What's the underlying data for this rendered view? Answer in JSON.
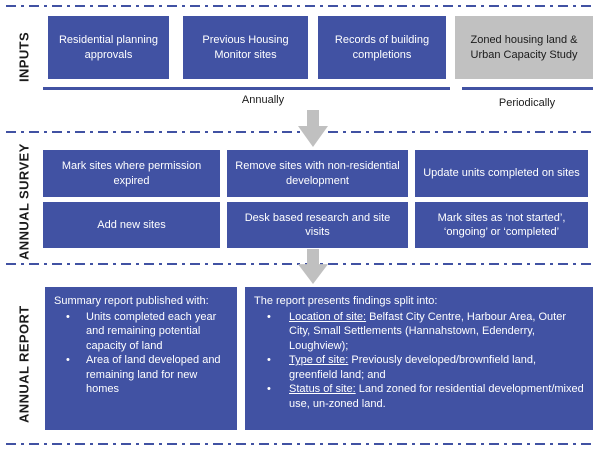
{
  "diagram": {
    "sections": {
      "inputs": {
        "label": "INPUTS",
        "boxes": [
          "Residential planning approvals",
          "Previous Housing Monitor sites",
          "Records of building completions",
          "Zoned housing land & Urban Capacity Study"
        ],
        "frequency_annually": "Annually",
        "frequency_periodically": "Periodically"
      },
      "annual_survey": {
        "label": "ANNUAL SURVEY",
        "boxes": [
          "Mark sites where permission expired",
          "Remove sites with non-residential development",
          "Update units completed on sites",
          "Add new sites",
          "Desk based research and site visits",
          "Mark sites as ‘not started’, ‘ongoing’ or ‘completed’"
        ]
      },
      "annual_report": {
        "label": "ANNUAL REPORT",
        "summary": {
          "heading": "Summary report published with:",
          "bullets": [
            "Units completed each year and remaining potential capacity of land",
            "Area of land developed and remaining land for new homes"
          ]
        },
        "findings": {
          "heading": "The report presents findings split into:",
          "bullets": [
            {
              "label": "Location of site:",
              "text": " Belfast City Centre, Harbour Area, Outer City, Small Settlements (Hannahstown, Edenderry, Loughview);"
            },
            {
              "label": "Type of site:",
              "text": " Previously developed/brownfield land, greenfield land; and"
            },
            {
              "label": "Status of site:",
              "text": " Land zoned for residential development/mixed use, un-zoned land."
            }
          ]
        }
      }
    },
    "colors": {
      "box_blue": "#4152a3",
      "box_gray": "#c1c1c1",
      "arrow_gray": "#c0c0c0",
      "dash_line_blue": "#4152a3",
      "box_text_white": "#ffffff",
      "label_text_black": "#1b1b1b"
    }
  }
}
